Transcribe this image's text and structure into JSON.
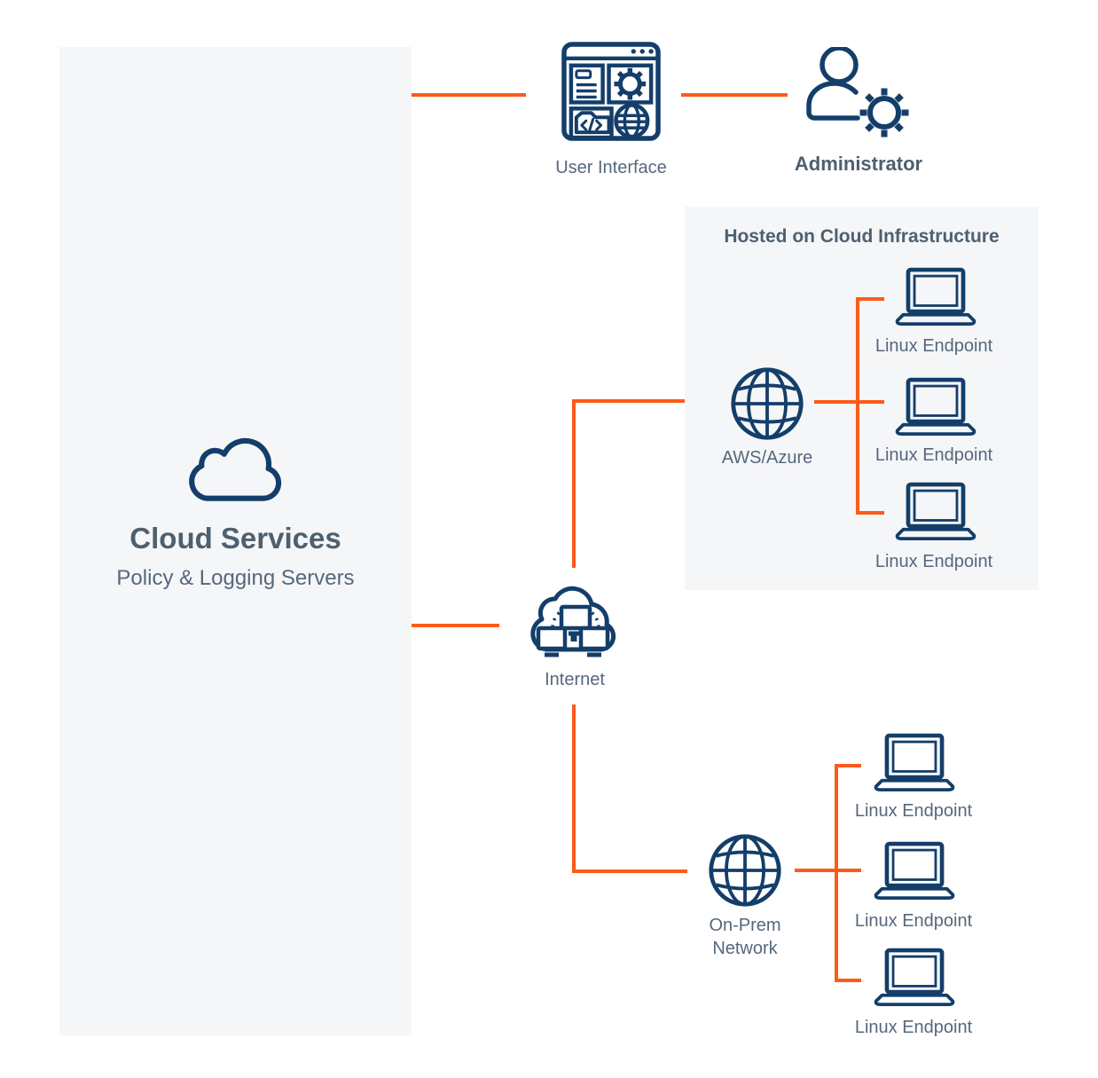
{
  "colors": {
    "navy": "#143e6a",
    "orange": "#fc5b1a",
    "label": "#56687c",
    "heading": "#4d6070",
    "panel": "#f5f6f8"
  },
  "cloud_services": {
    "title": "Cloud Services",
    "subtitle": "Policy & Logging Servers"
  },
  "user_interface": {
    "label": "User Interface"
  },
  "administrator": {
    "label": "Administrator"
  },
  "hosted_box": {
    "title": "Hosted on Cloud Infrastructure",
    "cloud_label": "AWS/Azure",
    "endpoints": [
      "Linux Endpoint",
      "Linux Endpoint",
      "Linux Endpoint"
    ]
  },
  "internet": {
    "label": "Internet"
  },
  "onprem": {
    "label_line1": "On-Prem",
    "label_line2": "Network",
    "endpoints": [
      "Linux Endpoint",
      "Linux Endpoint",
      "Linux Endpoint"
    ]
  }
}
